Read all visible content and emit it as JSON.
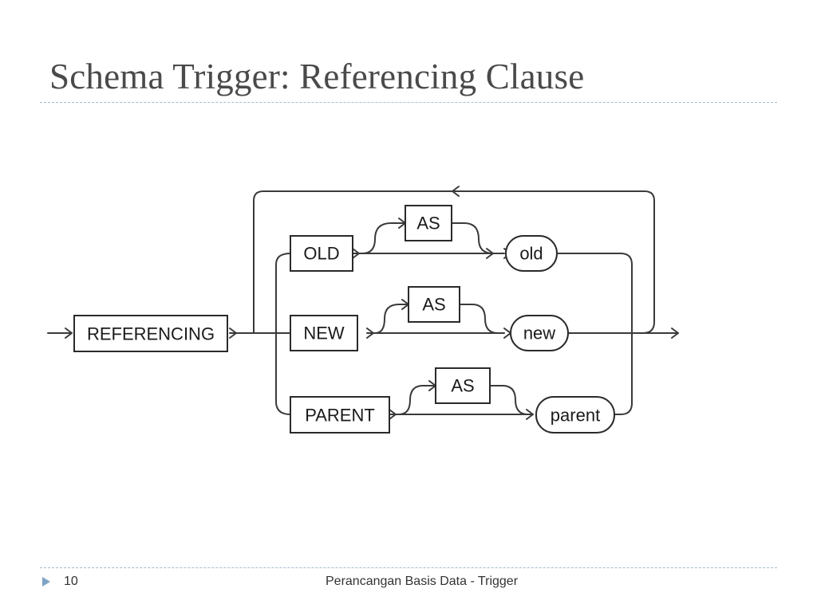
{
  "slide": {
    "title": "Schema Trigger: Referencing Clause",
    "page_number": "10",
    "footer": "Perancangan Basis Data - Trigger"
  },
  "diagram": {
    "keyword_referencing": "REFERENCING",
    "keyword_old": "OLD",
    "keyword_new": "NEW",
    "keyword_parent": "PARENT",
    "keyword_as_old": "AS",
    "keyword_as_new": "AS",
    "keyword_as_parent": "AS",
    "name_old": "old",
    "name_new": "new",
    "name_parent": "parent"
  },
  "colors": {
    "title": "#4a4a4a",
    "rule": "#a9bccb",
    "bullet": "#7ea4c4",
    "line": "#3a3a3a"
  },
  "icons": {
    "footer_bullet": "triangle-bullet-icon"
  }
}
